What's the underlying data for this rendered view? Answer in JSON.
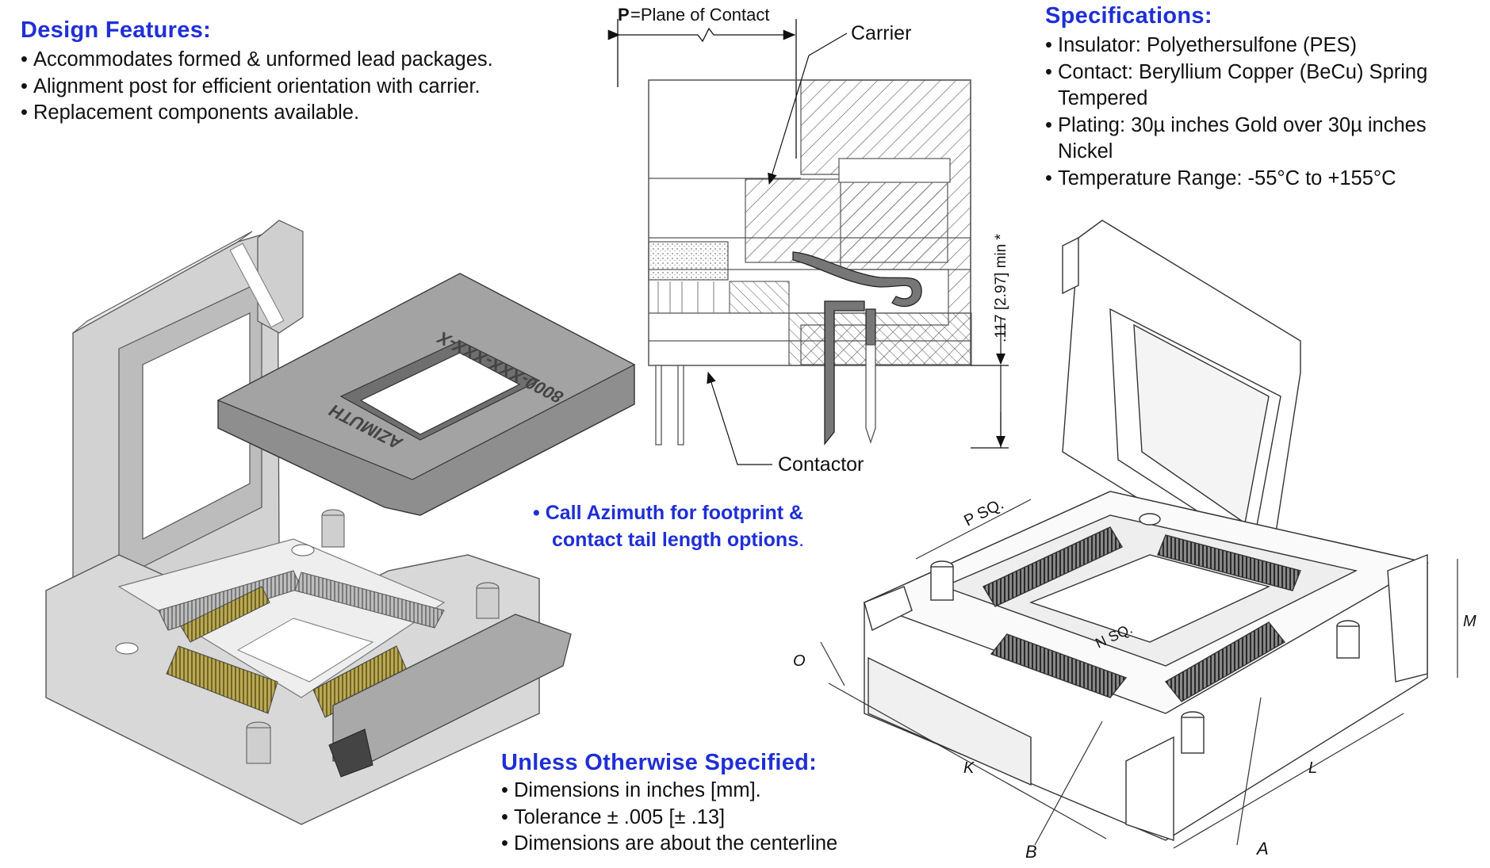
{
  "design_features": {
    "heading": "Design  Features:",
    "items": [
      "Accommodates formed & unformed lead packages.",
      "Alignment post for efficient orientation with carrier.",
      "Replacement components available."
    ]
  },
  "specifications": {
    "heading": "Specifications:",
    "items": [
      "Insulator: Polyethersulfone (PES)",
      "Contact: Beryllium Copper (BeCu) Spring Tempered",
      "Plating: 30µ inches Gold over 30µ inches Nickel",
      "Temperature Range: -55°C to +155°C"
    ]
  },
  "unless_specified": {
    "heading": "Unless Otherwise Specified:",
    "items": [
      "Dimensions in inches [mm].",
      "Tolerance ± .005 [± .13]",
      "Dimensions are about the centerline"
    ]
  },
  "callout": {
    "line1": "• Call Azimuth for footprint  &",
    "line2": "contact tail  length options",
    "line2_suffix": "."
  },
  "section_view": {
    "plane_prefix": "P",
    "plane_label": "=Plane of Contact",
    "carrier_label": "Carrier",
    "contactor_label": "Contactor",
    "height_dim": ".117 [2.97] min *"
  },
  "carrier_part": {
    "part_number": "8000-XXX-XXX-X",
    "brand": "AZIMUTH"
  },
  "dimension_drawing": {
    "labels": {
      "p_sq": "P SQ.",
      "n_sq": "N SQ.",
      "k": "K",
      "l": "L",
      "m": "M",
      "o": "O",
      "a": "A",
      "b": "B"
    }
  },
  "colors": {
    "heading_blue": "#1f2fd6",
    "socket_gray": "#c9c9c9",
    "carrier_gray": "#8e8e8e",
    "contact_gold": "#8a7a2a"
  }
}
